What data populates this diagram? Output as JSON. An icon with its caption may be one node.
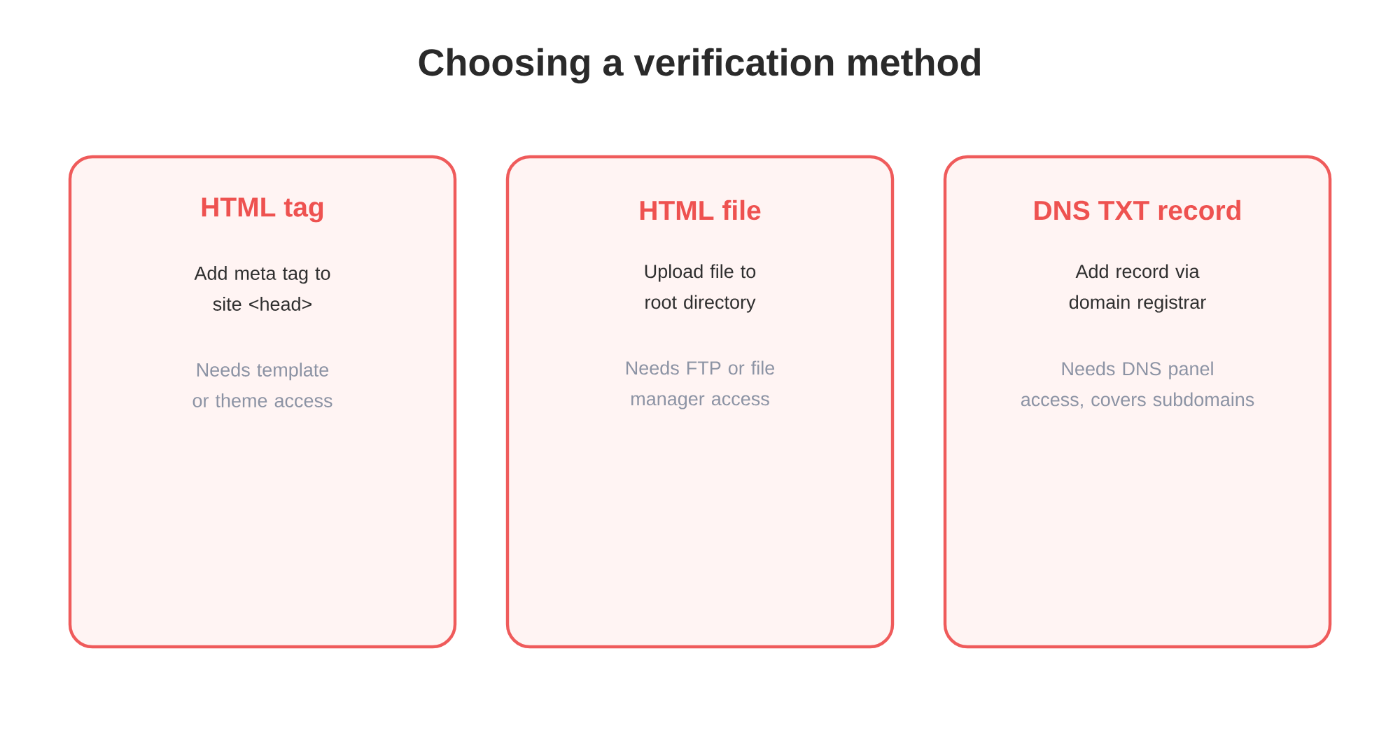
{
  "diagram": {
    "title": "Choosing a verification method",
    "nodes": [
      {
        "text": [
          "HTML tag",
          "Add meta tag to site <head>",
          "Needs template or theme access"
        ]
      },
      {
        "text": [
          "HTML file",
          "Upload file to root directory",
          "Needs FTP or file manager access"
        ]
      },
      {
        "text": [
          "DNS TXT record",
          "Add record via domain registrar",
          "Needs DNS panel access, covers subdomains"
        ]
      }
    ]
  }
}
